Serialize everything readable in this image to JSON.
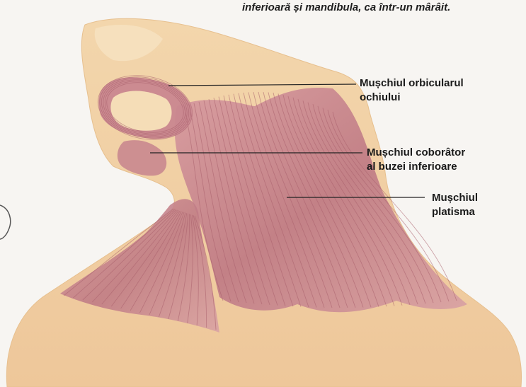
{
  "caption": {
    "line2": "inferioară și mandibula, ca într-un mârâit."
  },
  "labels": [
    {
      "line1": "Mușchiul orbicularul",
      "line2": "ochiului"
    },
    {
      "line1": "Mușchiul  coborâtor",
      "line2": "al buzei inferioare"
    },
    {
      "line1": "Mușchiul",
      "line2": "platisma"
    }
  ],
  "colors": {
    "skin": "#efcc9e",
    "skin_light": "#f5ddb7",
    "muscle": "#c9878f",
    "muscle_dark": "#a9606c",
    "muscle_light": "#e2b5b5",
    "page": "#f7f5f2",
    "leader_line": "#222222"
  }
}
